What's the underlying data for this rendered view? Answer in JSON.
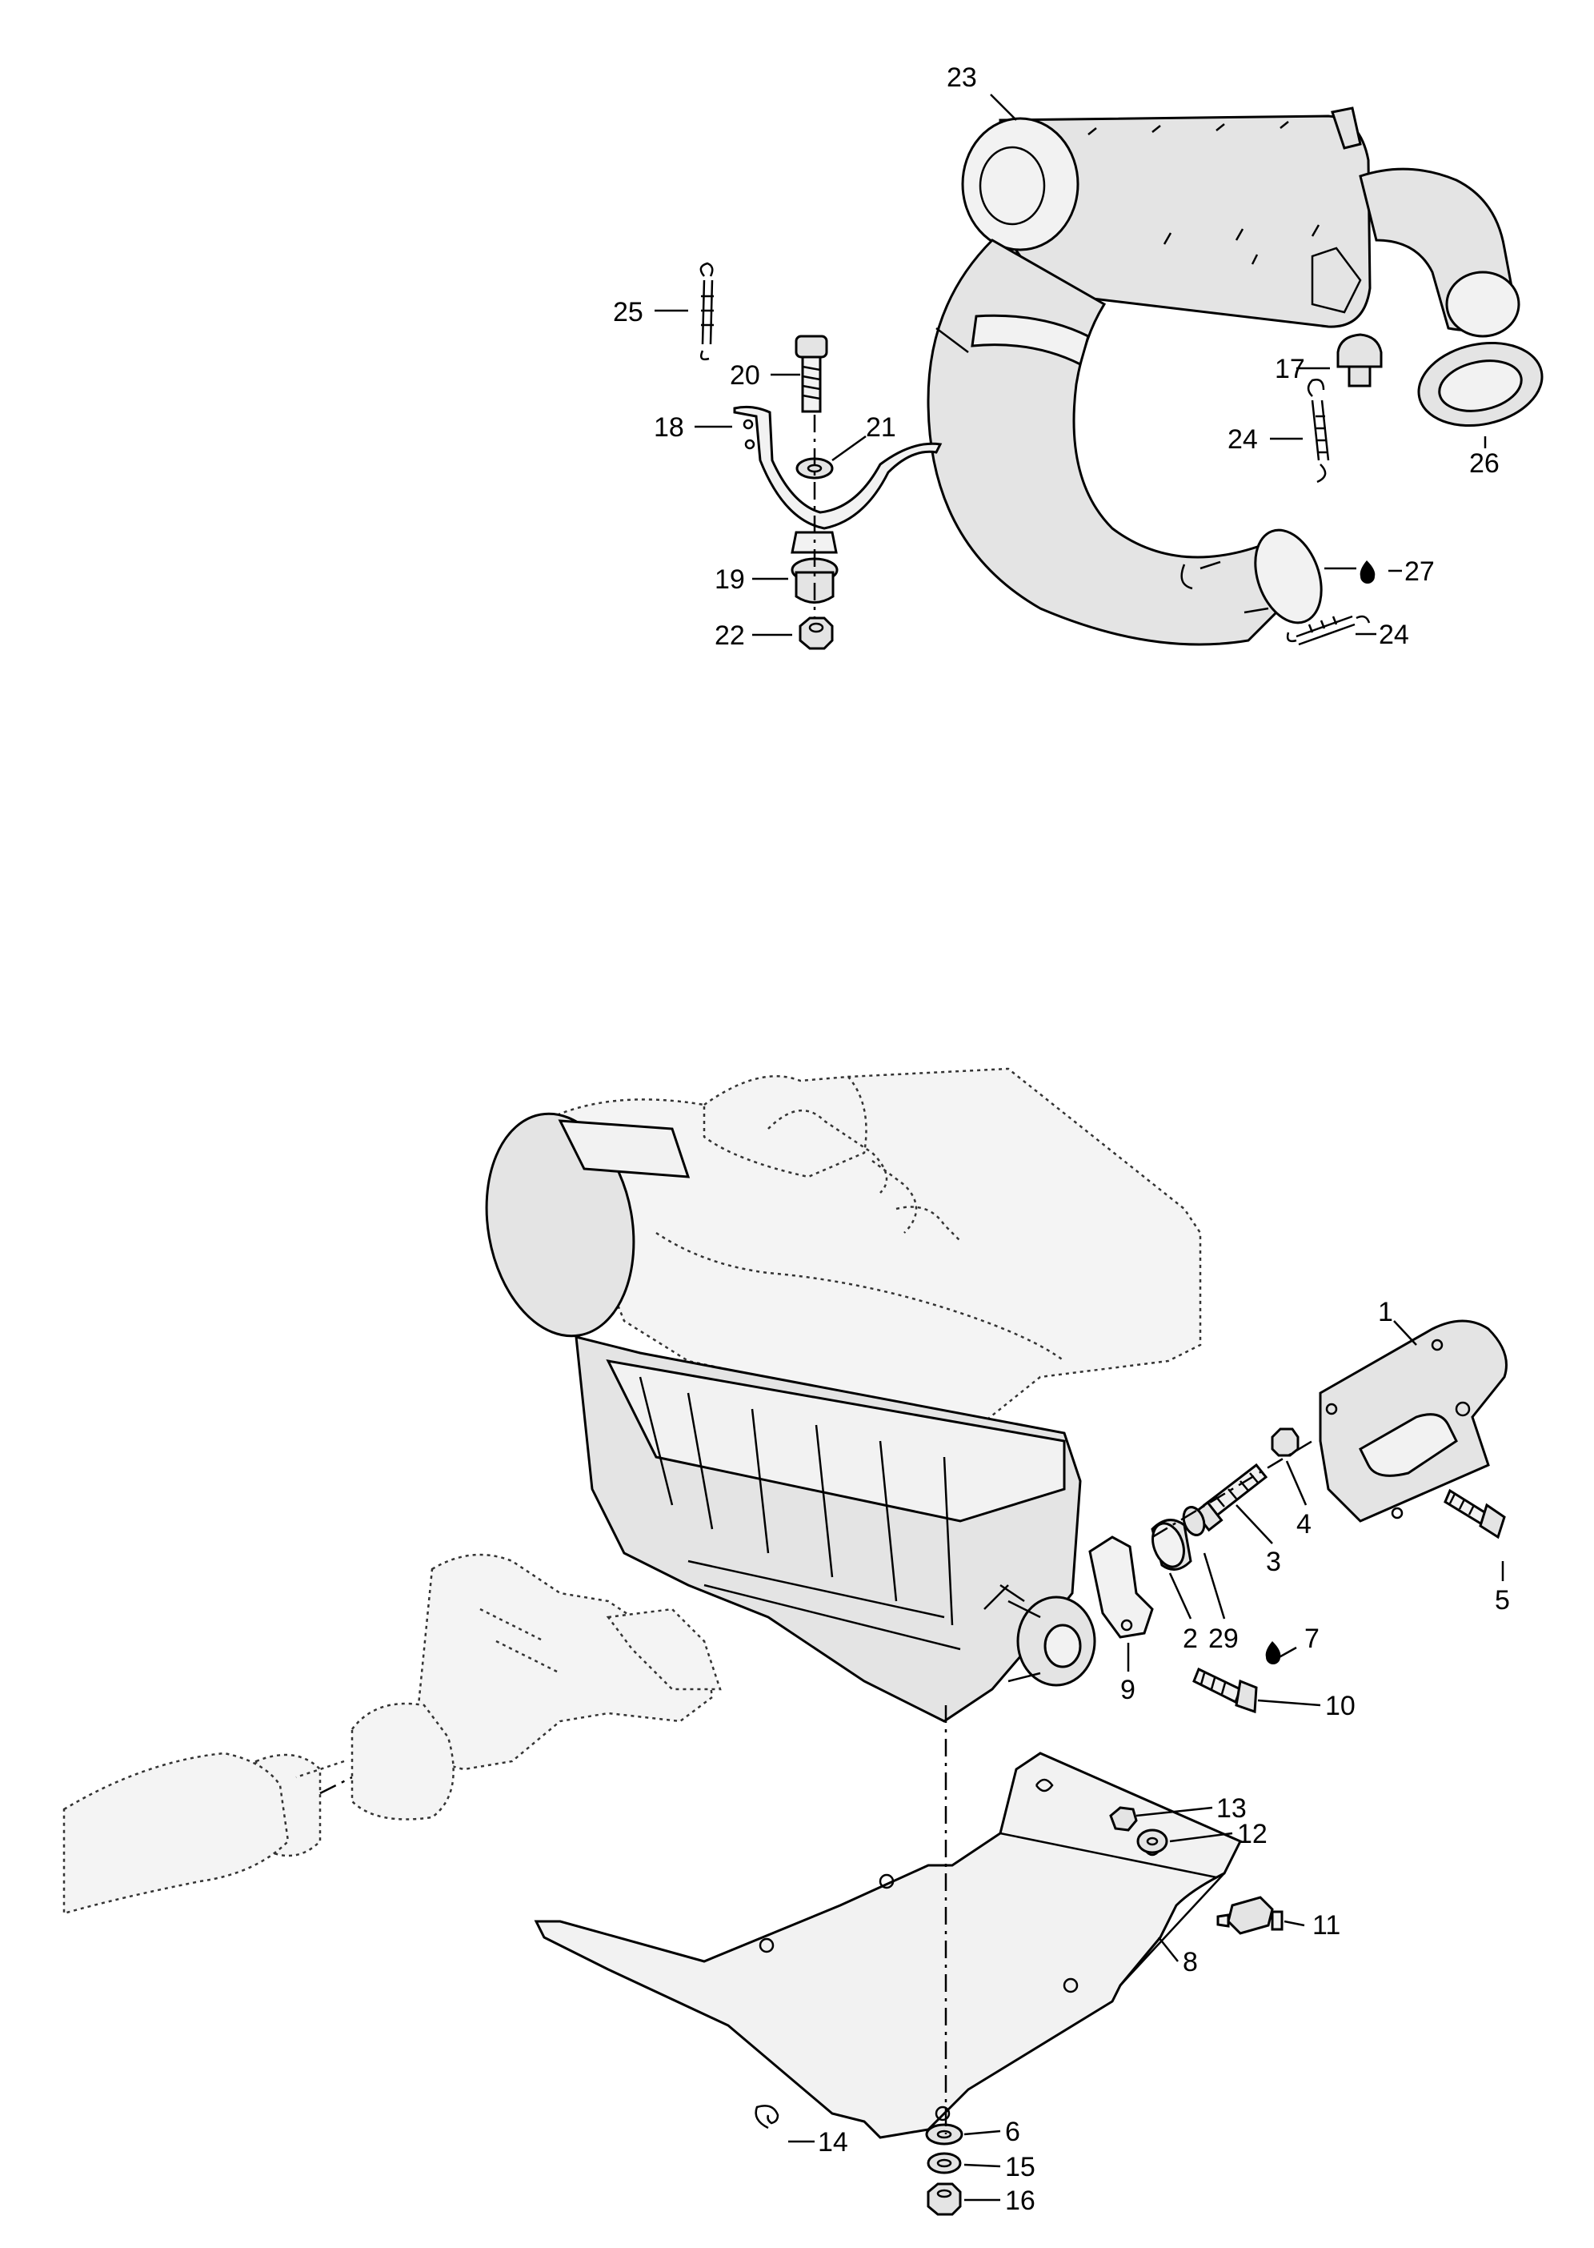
{
  "callouts": {
    "c1": "1",
    "c2": "2",
    "c3": "3",
    "c4": "4",
    "c5": "5",
    "c6": "6",
    "c7": "7",
    "c8": "8",
    "c9": "9",
    "c10": "10",
    "c11": "11",
    "c12": "12",
    "c13": "13",
    "c14": "14",
    "c15": "15",
    "c16": "16",
    "c17": "17",
    "c18": "18",
    "c19": "19",
    "c20": "20",
    "c21": "21",
    "c22": "22",
    "c23": "23",
    "c24a": "24",
    "c24b": "24",
    "c25": "25",
    "c26": "26",
    "c27": "27",
    "c29": "29"
  },
  "icons": {
    "lubricant_drop_7": "oil-drop-icon",
    "lubricant_drop_27": "oil-drop-icon"
  }
}
